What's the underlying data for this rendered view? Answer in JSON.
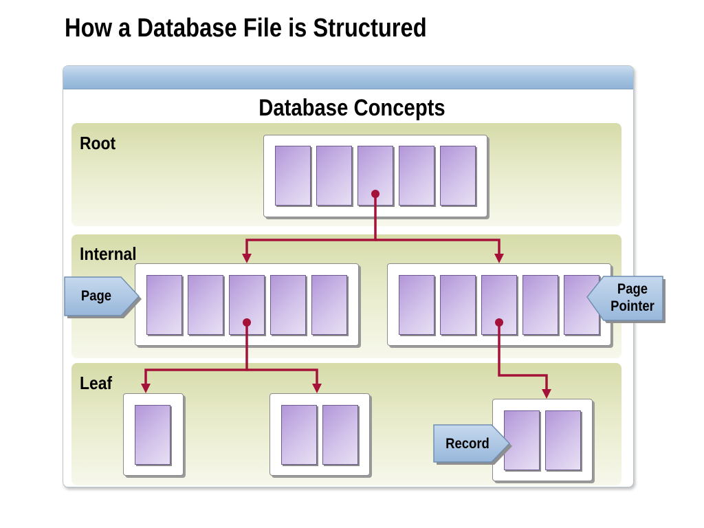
{
  "slide_title": "How a Database File is Structured",
  "diagram": {
    "title": "Database Concepts",
    "levels": {
      "root": "Root",
      "internal": "Internal",
      "leaf": "Leaf"
    },
    "callouts": {
      "page": "Page",
      "page_pointer_line1": "Page",
      "page_pointer_line2": "Pointer",
      "record": "Record"
    },
    "colors": {
      "header_bar": "#a9c6e3",
      "band": "#e0e4bb",
      "cell": "#c4b0e2",
      "pointer_line": "#a4123a",
      "callout_fill": "#a9c4e2"
    }
  }
}
